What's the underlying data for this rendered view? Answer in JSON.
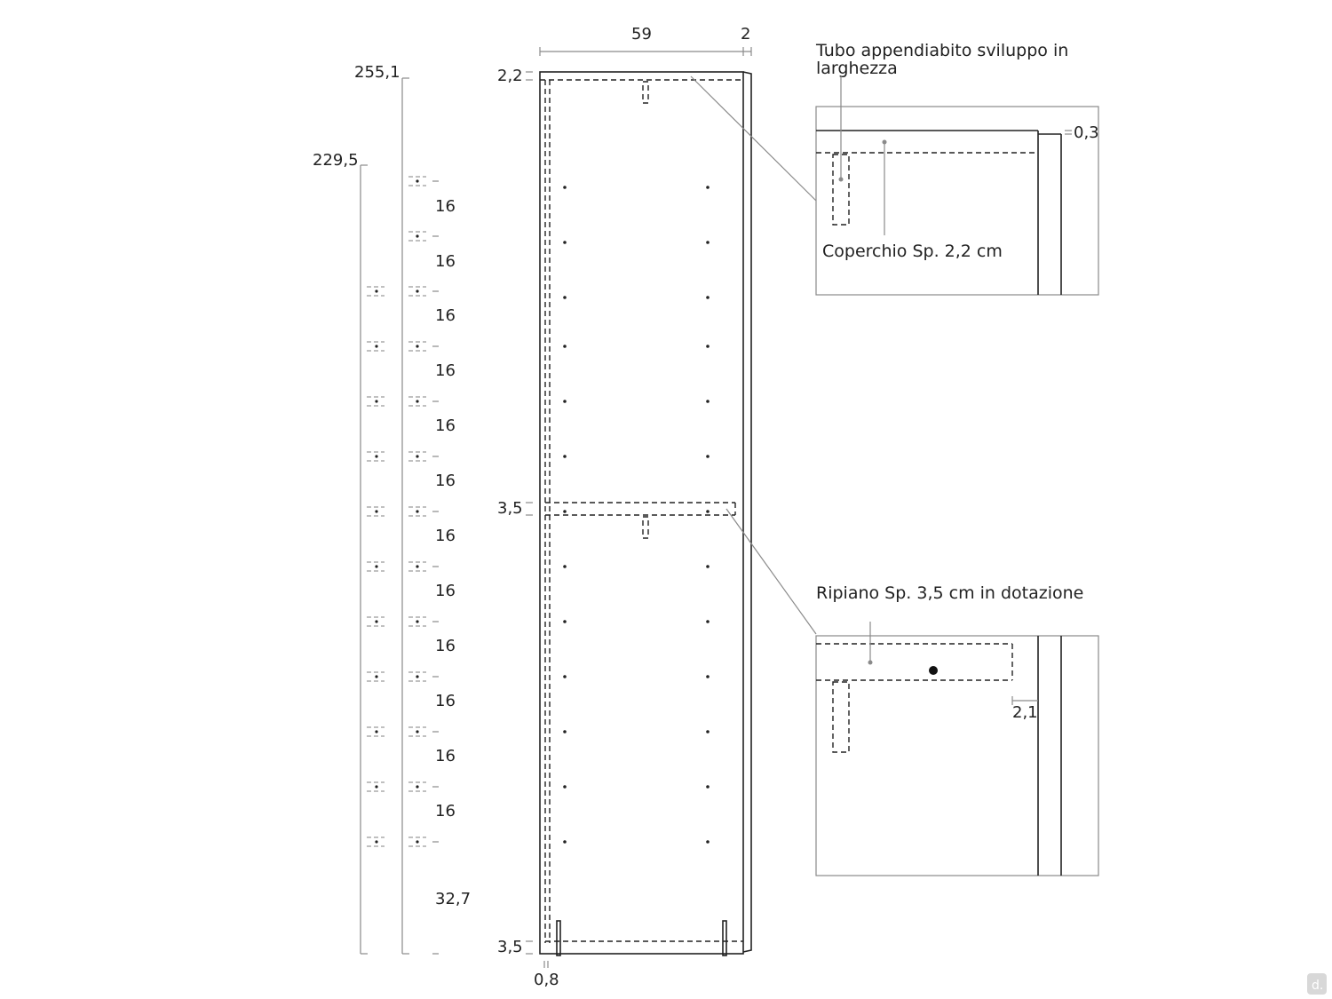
{
  "overall_height": "255,1",
  "inner_height": "229,5",
  "width": "59",
  "side_thickness": "2",
  "top_thickness": "2,2",
  "shelf_thickness": "3,5",
  "bottom_thickness": "3,5",
  "plinth_offset": "0,8",
  "hole_spacings": [
    "16",
    "16",
    "16",
    "16",
    "16",
    "16",
    "16",
    "16",
    "16",
    "16",
    "16",
    "16"
  ],
  "bottom_spacing": "32,7",
  "callouts": {
    "top": {
      "tube_label": "Tubo appendiabito sviluppo in",
      "tube_label_2": "larghezza",
      "cover_label": "Coperchio Sp. 2,2 cm",
      "gap": "0,3"
    },
    "shelf": {
      "label": "Ripiano Sp. 3,5 cm in dotazione",
      "offset": "2,1"
    }
  },
  "watermark": "d."
}
